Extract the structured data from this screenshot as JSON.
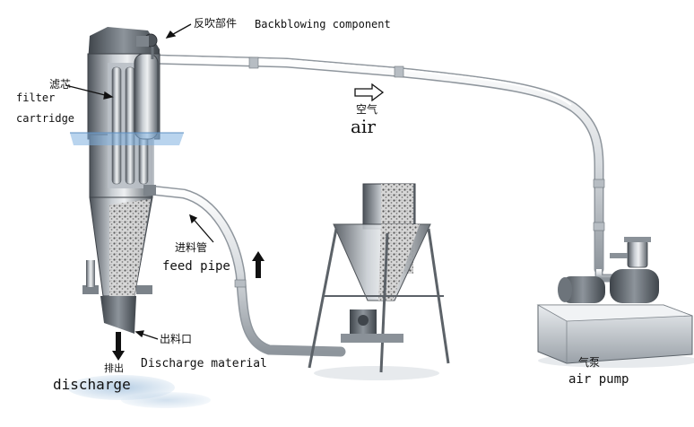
{
  "labels": {
    "backblowing_cn": "反吹部件",
    "backblowing_en": "Backblowing component",
    "filter_cn": "滤芯",
    "filter_en_1": "filter",
    "filter_en_2": "cartridge",
    "air_cn": "空气",
    "air_en": "air",
    "feed_pipe_cn": "进料管",
    "feed_pipe_en": "feed pipe",
    "outlet_cn": "出料口",
    "discharge_material_en": "Discharge material",
    "discharge_cn": "排出",
    "discharge_en": "discharge",
    "air_pump_cn": "气泵",
    "air_pump_en": "air pump"
  },
  "colors": {
    "steel_dark": "#5b6168",
    "steel_light": "#d9dde0",
    "pipe": "#e4e7ea",
    "water": "#8fb8de",
    "arrow": "#111111"
  },
  "icons": [
    "arrow-right-outline-icon",
    "arrow-up-icon",
    "arrow-down-icon"
  ]
}
